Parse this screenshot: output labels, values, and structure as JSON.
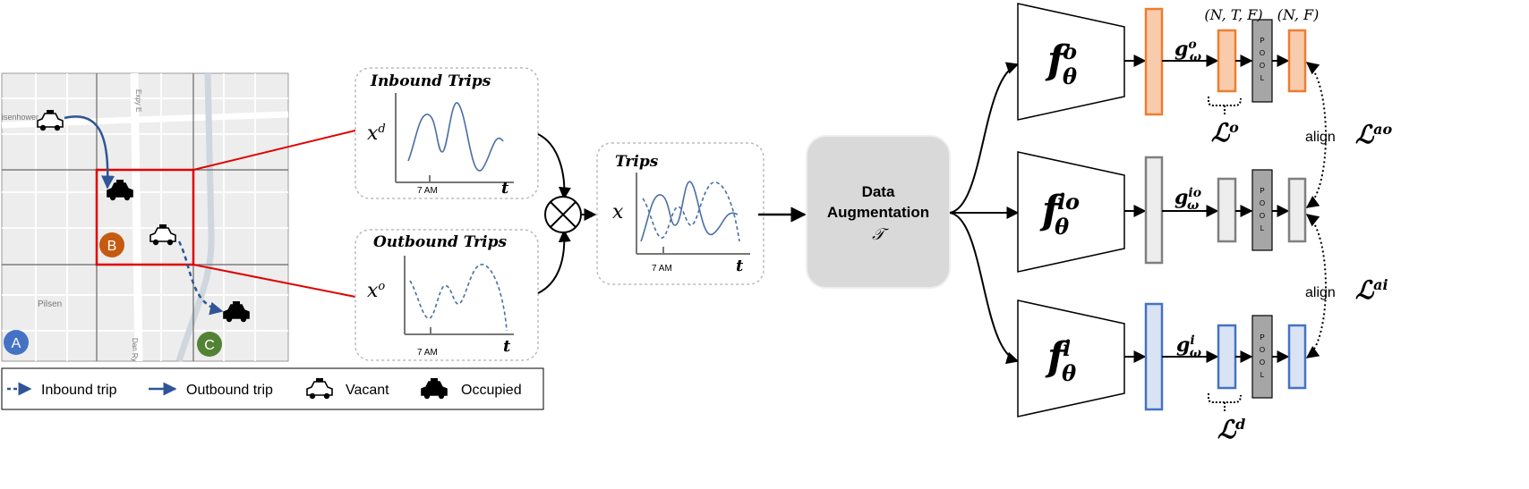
{
  "map": {
    "streets": {
      "eisenhower": "isenhower",
      "expy": "Expy E",
      "dan_ryan": "Dan Ry",
      "pilsen": "Pilsen"
    },
    "badges": [
      {
        "label": "A",
        "color": "#4472c4"
      },
      {
        "label": "B",
        "color": "#c55a11"
      },
      {
        "label": "C",
        "color": "#548235"
      }
    ]
  },
  "legend": {
    "inbound": "Inbound trip",
    "outbound": "Outbound trip",
    "vacant": "Vacant",
    "occupied": "Occupied"
  },
  "plots": {
    "inbound": {
      "title": "Inbound Trips",
      "ylabel": "x",
      "ysup": "d",
      "tick": "7 AM",
      "xlabel": "t"
    },
    "outbound": {
      "title": "Outbound Trips",
      "ylabel": "x",
      "ysup": "o",
      "tick": "7 AM",
      "xlabel": "t"
    },
    "trips": {
      "title": "Trips",
      "ylabel": "x",
      "tick": "7 AM",
      "xlabel": "t"
    }
  },
  "augmentation": {
    "line1": "Data",
    "line2": "Augmentation",
    "symbol": "𝒯"
  },
  "branches": {
    "top": {
      "encoder_base": "f",
      "encoder_sup": "o",
      "encoder_sub": "θ",
      "proj_base": "g",
      "proj_sup": "o",
      "proj_sub": "ω",
      "loss_base": "ℒ",
      "loss_sup": "o",
      "color": "#ed7d31",
      "fill": "#f8cbad"
    },
    "mid": {
      "encoder_base": "f",
      "encoder_sup": "io",
      "encoder_sub": "θ",
      "proj_base": "g",
      "proj_sup": "io",
      "proj_sub": "ω",
      "color": "#7f7f7f",
      "fill": "#ededed"
    },
    "bot": {
      "encoder_base": "f",
      "encoder_sup": "i",
      "encoder_sub": "θ",
      "proj_base": "g",
      "proj_sup": "i",
      "proj_sub": "ω",
      "loss_base": "ℒ",
      "loss_sup": "d",
      "color": "#4472c4",
      "fill": "#dae3f3"
    }
  },
  "pool": [
    "P",
    "O",
    "O",
    "L"
  ],
  "shapes": {
    "pre_pool": "(N, T, F)",
    "post_pool": "(N, F)"
  },
  "align": {
    "label": "align",
    "loss_ao_base": "ℒ",
    "loss_ao_sup": "ao",
    "loss_ai_base": "ℒ",
    "loss_ai_sup": "ai"
  }
}
